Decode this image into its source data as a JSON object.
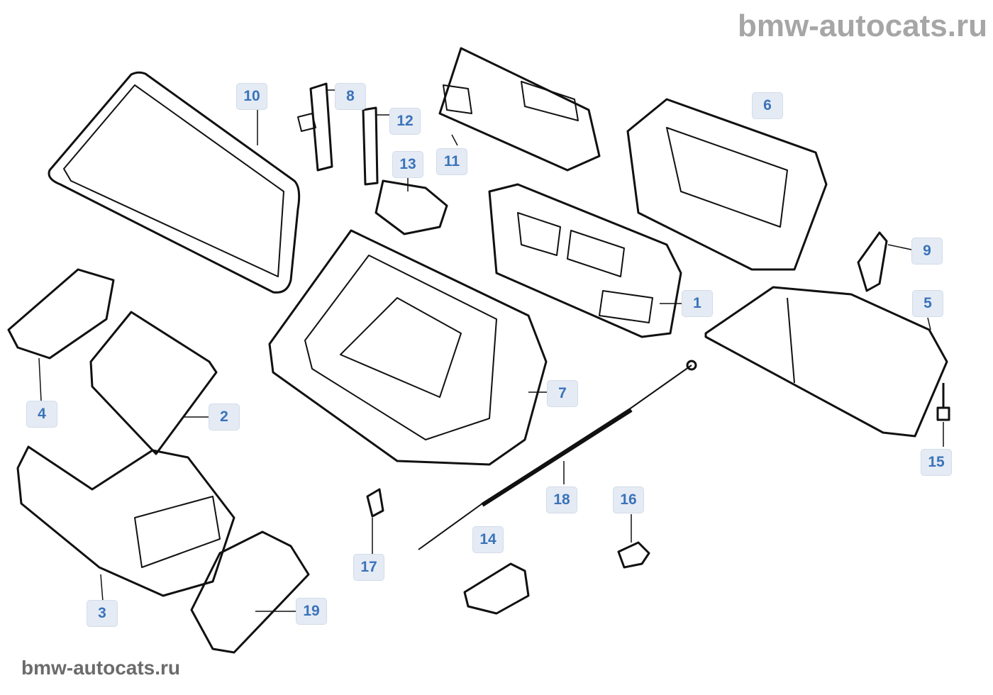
{
  "watermark_top": "bmw-autocats.ru",
  "watermark_bottom": "bmw-autocats.ru",
  "colors": {
    "callout_bg": "#e5ebf4",
    "callout_text": "#3a73ba",
    "line": "#111111"
  },
  "callouts": [
    {
      "id": "1",
      "label": "1"
    },
    {
      "id": "2",
      "label": "2"
    },
    {
      "id": "3",
      "label": "3"
    },
    {
      "id": "4",
      "label": "4"
    },
    {
      "id": "5",
      "label": "5"
    },
    {
      "id": "6",
      "label": "6"
    },
    {
      "id": "7",
      "label": "7"
    },
    {
      "id": "8",
      "label": "8"
    },
    {
      "id": "9",
      "label": "9"
    },
    {
      "id": "10",
      "label": "10"
    },
    {
      "id": "11",
      "label": "11"
    },
    {
      "id": "12",
      "label": "12"
    },
    {
      "id": "13",
      "label": "13"
    },
    {
      "id": "14",
      "label": "14"
    },
    {
      "id": "15",
      "label": "15"
    },
    {
      "id": "16",
      "label": "16"
    },
    {
      "id": "17",
      "label": "17"
    },
    {
      "id": "18",
      "label": "18"
    },
    {
      "id": "19",
      "label": "19"
    }
  ]
}
